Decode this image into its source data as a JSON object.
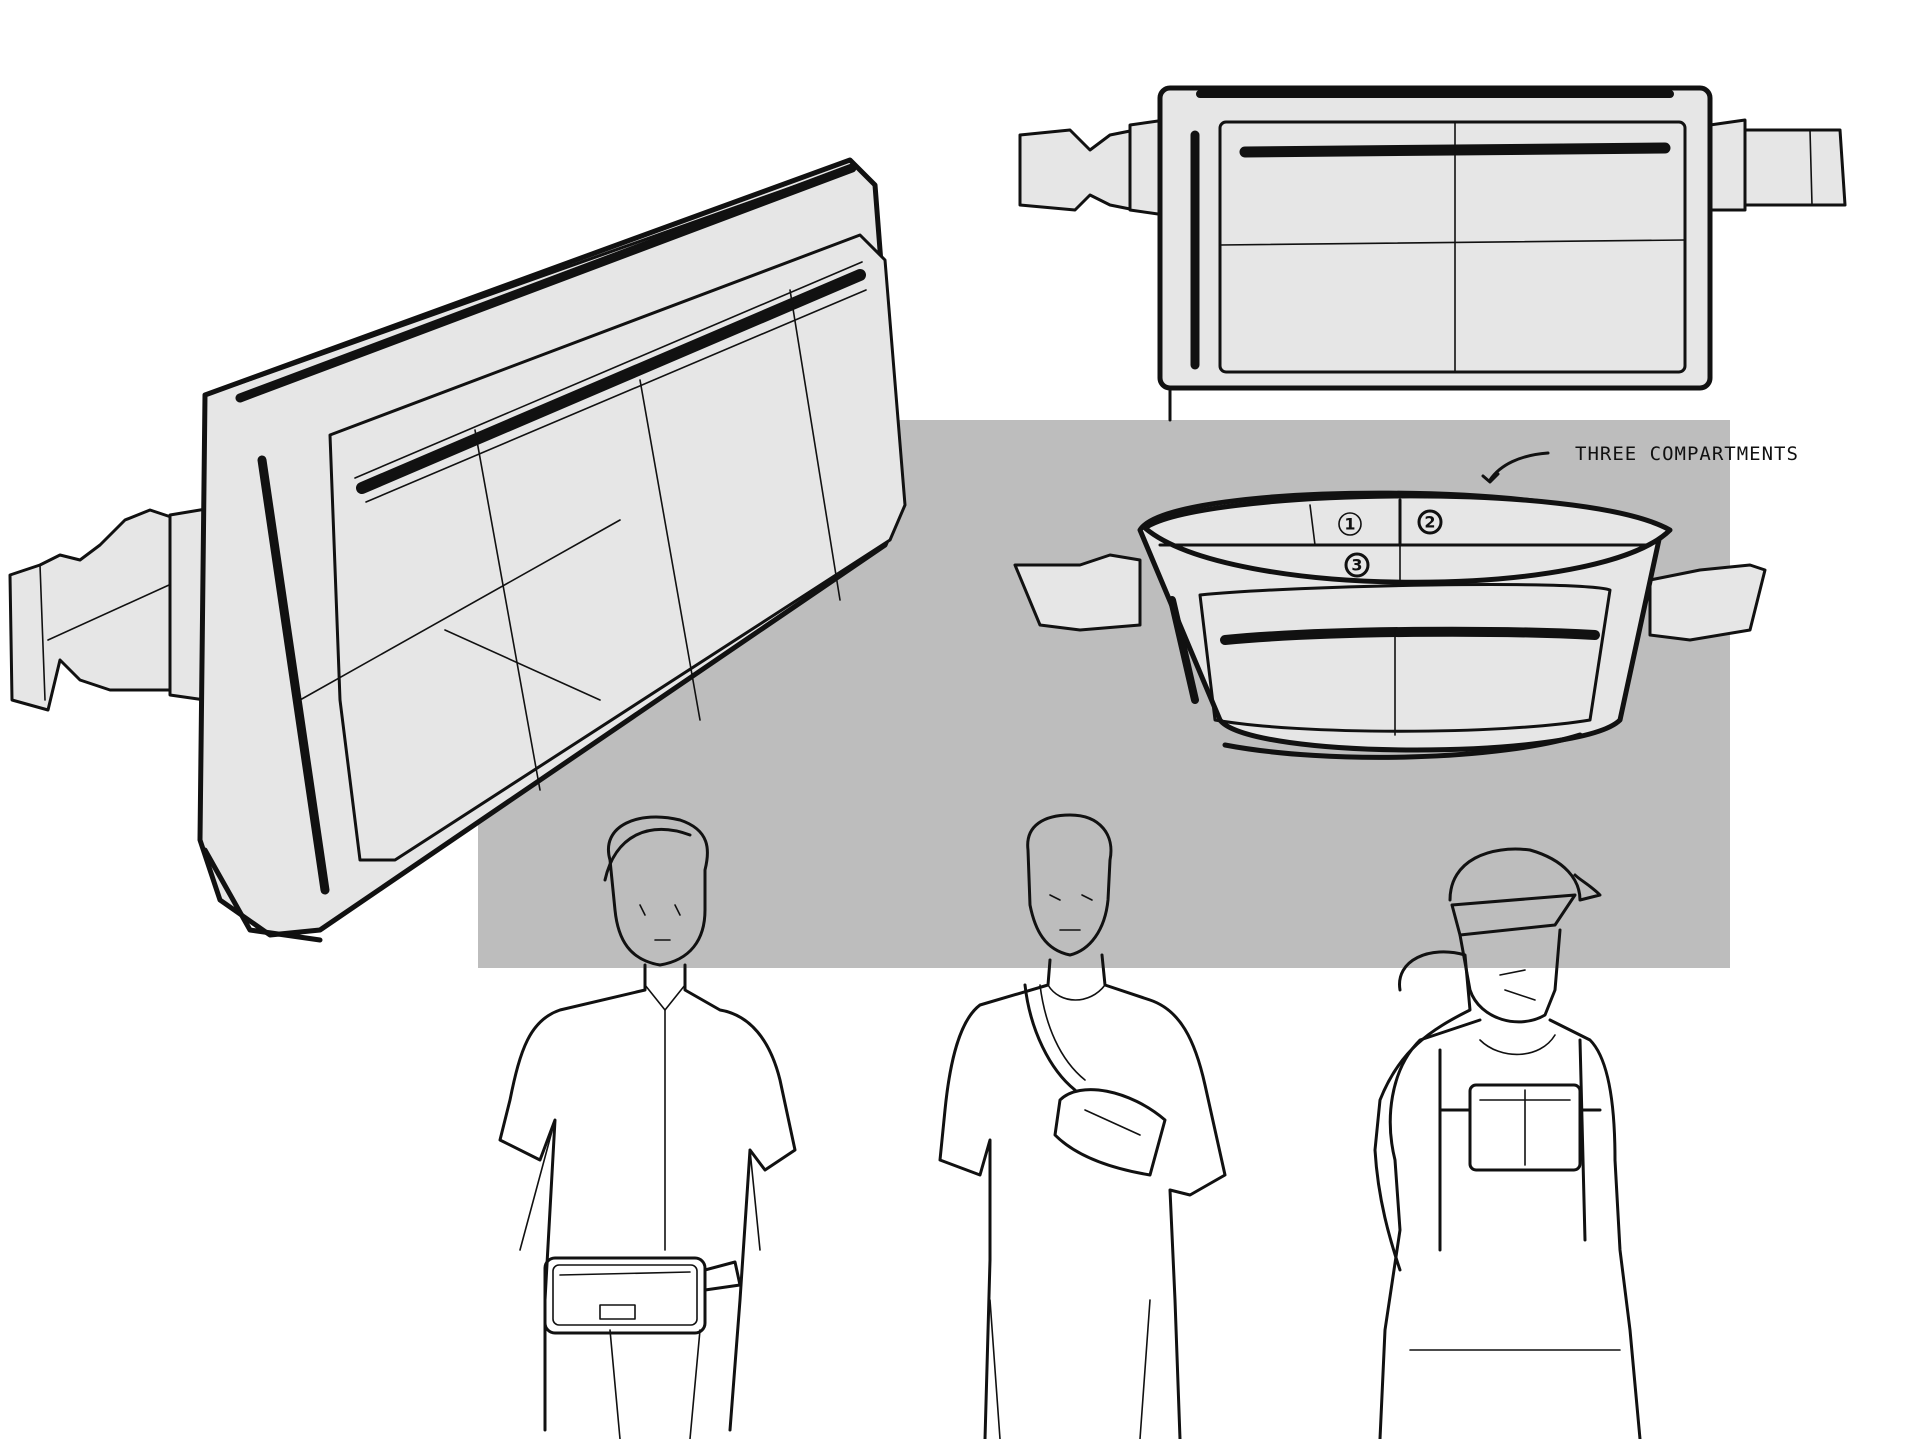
{
  "annotation": {
    "label": "THREE COMPARTMENTS"
  },
  "compartments": [
    "1",
    "2",
    "3"
  ],
  "colors": {
    "background": "#ffffff",
    "backdrop_gray": "#bdbdbd",
    "panel_gray": "#e6e6e6",
    "ink": "#111111"
  },
  "views": {
    "perspective": "bag-perspective-view",
    "front": "bag-front-view",
    "top_open": "bag-top-open-view",
    "figures": [
      "figure-waist-wear",
      "figure-crossbody-wear",
      "figure-chest-wear"
    ]
  }
}
